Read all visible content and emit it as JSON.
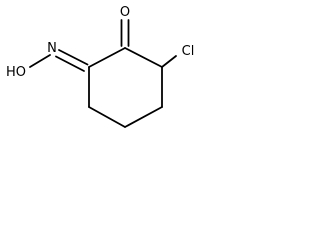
{
  "molecule": {
    "atoms": {
      "oxygen": "O",
      "chlorine": "Cl",
      "hydroxy": "HO",
      "nitrogen": "N"
    },
    "line_color": "#000000",
    "background_color": "#ffffff"
  }
}
